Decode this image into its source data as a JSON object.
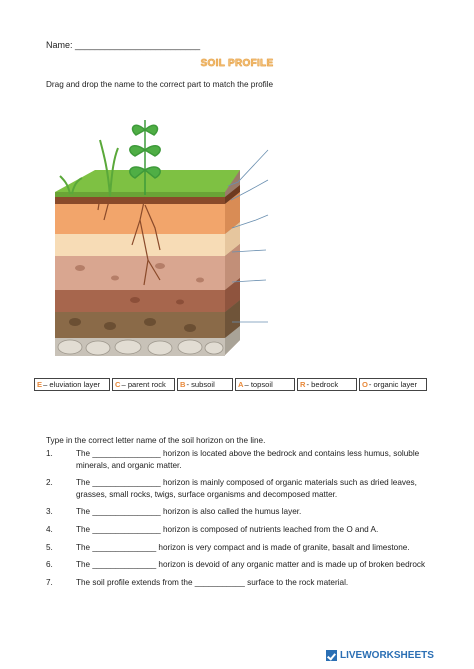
{
  "worksheet": {
    "name_label": "Name: _________________________",
    "title": "SOIL PROFILE",
    "instruction": "Drag and drop the name to the correct part to match the profile"
  },
  "legend": [
    {
      "letter": "E",
      "label": "– eluviation layer"
    },
    {
      "letter": "C",
      "label": "– parent rock"
    },
    {
      "letter": "B",
      "label": "- subsoil"
    },
    {
      "letter": "A",
      "label": "– topsoil"
    },
    {
      "letter": "R",
      "label": "- bedrock"
    },
    {
      "letter": "O",
      "label": "- organic layer"
    }
  ],
  "questions_section": {
    "instruction": "Type in the correct letter name of the soil horizon on the line.",
    "items": [
      {
        "num": "1.",
        "text": "The _______________ horizon is located above the bedrock and contains less humus, soluble minerals, and organic matter."
      },
      {
        "num": "2.",
        "text": "The _______________ horizon is mainly composed of organic materials such as dried leaves, grasses, small rocks, twigs, surface organisms and decomposed matter."
      },
      {
        "num": "3.",
        "text": "The _______________ horizon is also called the humus layer."
      },
      {
        "num": "4.",
        "text": "The _______________ horizon is composed of nutrients leached from the O and A."
      },
      {
        "num": "5.",
        "text": "The ______________ horizon is very compact and is made of granite, basalt and limestone."
      },
      {
        "num": "6.",
        "text": "The ______________ horizon is devoid of any organic matter and is made up of broken bedrock"
      },
      {
        "num": "7.",
        "text": "The soil profile extends from the ___________ surface to the rock material."
      }
    ]
  },
  "footer": {
    "brand": "LIVEWORKSHEETS"
  },
  "colors": {
    "grass": "#7ec143",
    "topsoil_dark": "#8a4a2a",
    "orange_layer": "#f2a56b",
    "sand_layer": "#f7dcb6",
    "pink_layer": "#d9a690",
    "brown_layer": "#a7664d",
    "gravel_layer": "#8a6a48",
    "rock_layer": "#c8c2b8",
    "accent_letter": "#e8893a",
    "brand_blue": "#2b6fb4"
  }
}
